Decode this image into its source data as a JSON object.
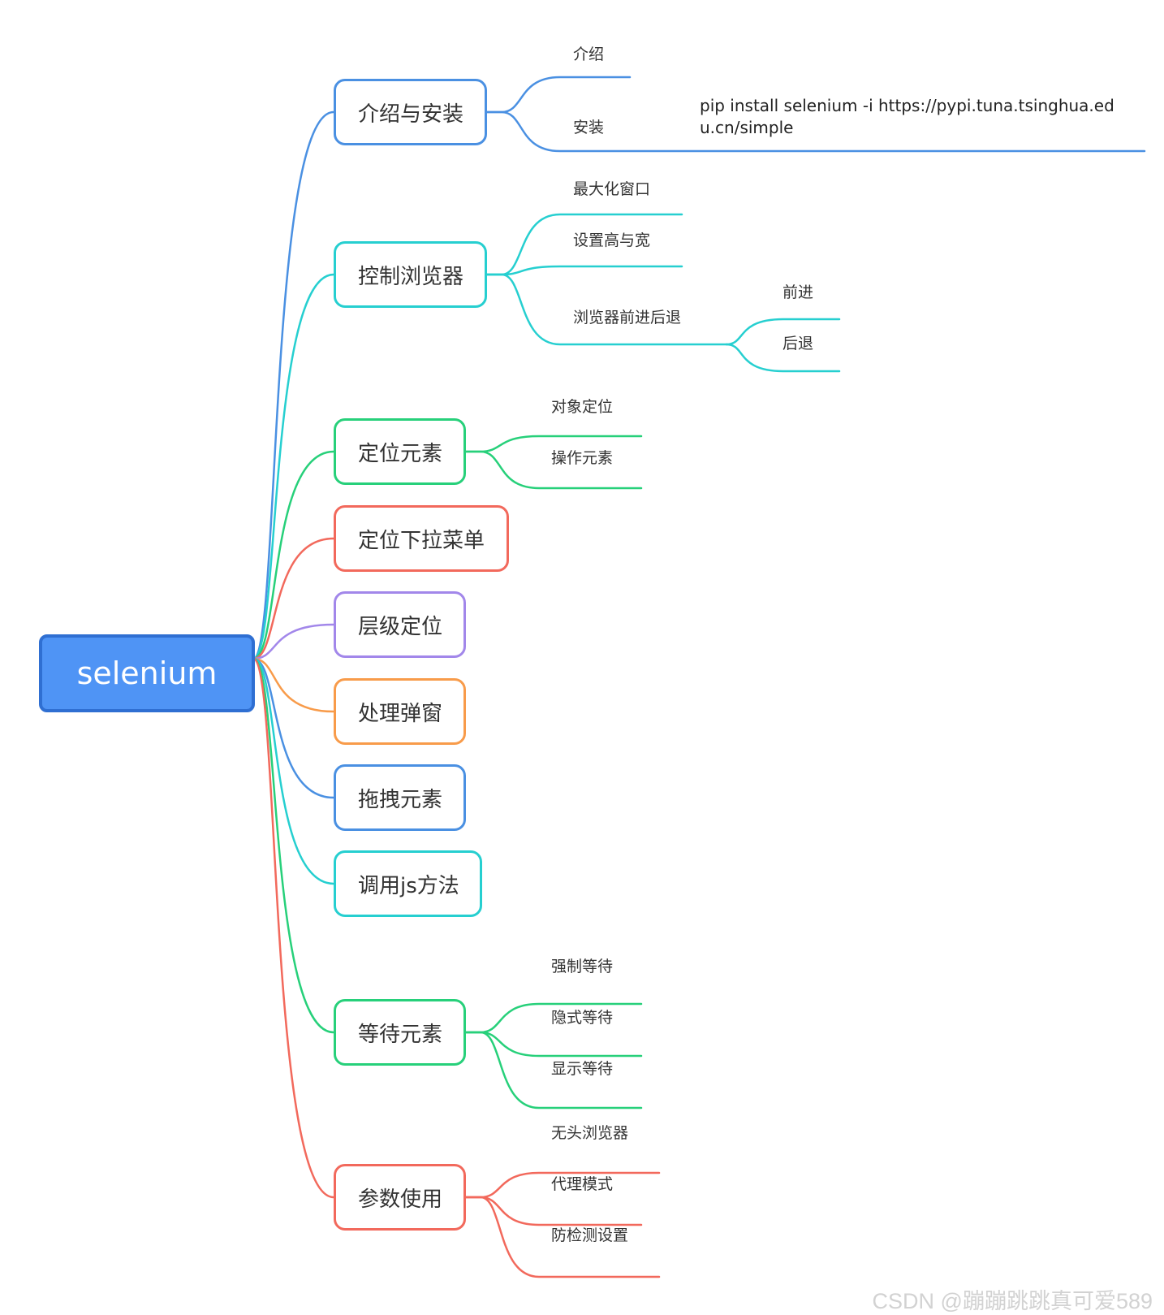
{
  "root": {
    "label": "selenium",
    "color": "#4f94f5"
  },
  "branches": [
    {
      "id": "intro",
      "label": "介绍与安装",
      "color": "#4a90e2",
      "children": [
        {
          "label": "介绍"
        },
        {
          "label": "安装",
          "note": [
            "pip install selenium -i https://pypi.tuna.tsinghua.ed",
            "u.cn/simple"
          ]
        }
      ]
    },
    {
      "id": "browser",
      "label": "控制浏览器",
      "color": "#26cfd0",
      "children": [
        {
          "label": "最大化窗口"
        },
        {
          "label": "设置高与宽"
        },
        {
          "label": "浏览器前进后退",
          "children": [
            {
              "label": "前进"
            },
            {
              "label": "后退"
            }
          ]
        }
      ]
    },
    {
      "id": "locate",
      "label": "定位元素",
      "color": "#27d07a",
      "children": [
        {
          "label": "对象定位"
        },
        {
          "label": "操作元素"
        }
      ]
    },
    {
      "id": "dropdown",
      "label": "定位下拉菜单",
      "color": "#f2695c",
      "children": []
    },
    {
      "id": "hierarchy",
      "label": "层级定位",
      "color": "#a287ea",
      "children": []
    },
    {
      "id": "popup",
      "label": "处理弹窗",
      "color": "#f89b4a",
      "children": []
    },
    {
      "id": "drag",
      "label": "拖拽元素",
      "color": "#4a90e2",
      "children": []
    },
    {
      "id": "js",
      "label": "调用js方法",
      "color": "#26cfd0",
      "children": []
    },
    {
      "id": "wait",
      "label": "等待元素",
      "color": "#27d07a",
      "children": [
        {
          "label": "强制等待"
        },
        {
          "label": "隐式等待"
        },
        {
          "label": "显示等待"
        }
      ]
    },
    {
      "id": "params",
      "label": "参数使用",
      "color": "#f2695c",
      "children": [
        {
          "label": "无头浏览器"
        },
        {
          "label": "代理模式"
        },
        {
          "label": "防检测设置"
        }
      ]
    }
  ],
  "watermark": "CSDN @蹦蹦跳跳真可爱589"
}
